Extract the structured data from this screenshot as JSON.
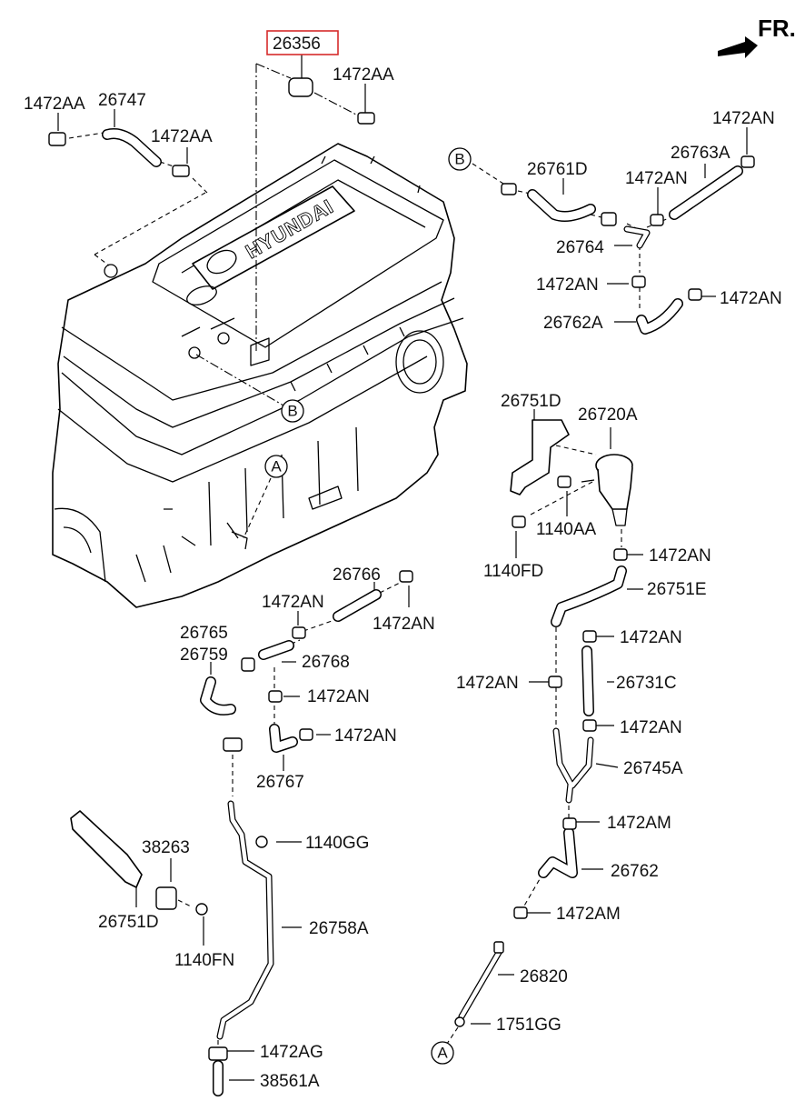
{
  "direction_label": "FR.",
  "brand_text": "HYUNDAI",
  "highlight_color": "#d62b2b",
  "highlighted_part": "26356",
  "circle_markers": [
    "B",
    "A",
    "B",
    "A"
  ],
  "part_labels": [
    "26356",
    "1472AA",
    "1472AA",
    "26747",
    "1472AA",
    "1472AN",
    "26763A",
    "1472AN",
    "26761D",
    "26764",
    "1472AN",
    "1472AN",
    "26762A",
    "26751D",
    "26720A",
    "1140AA",
    "1140FD",
    "1472AN",
    "26751E",
    "26766",
    "1472AN",
    "1472AN",
    "26765",
    "26759",
    "26768",
    "1472AN",
    "1472AN",
    "26767",
    "1472AN",
    "1472AN",
    "26731C",
    "1472AN",
    "26745A",
    "1472AM",
    "26762",
    "1472AM",
    "38263",
    "1140GG",
    "26751D",
    "1140FN",
    "26758A",
    "26820",
    "1751GG",
    "1472AG",
    "38561A"
  ]
}
